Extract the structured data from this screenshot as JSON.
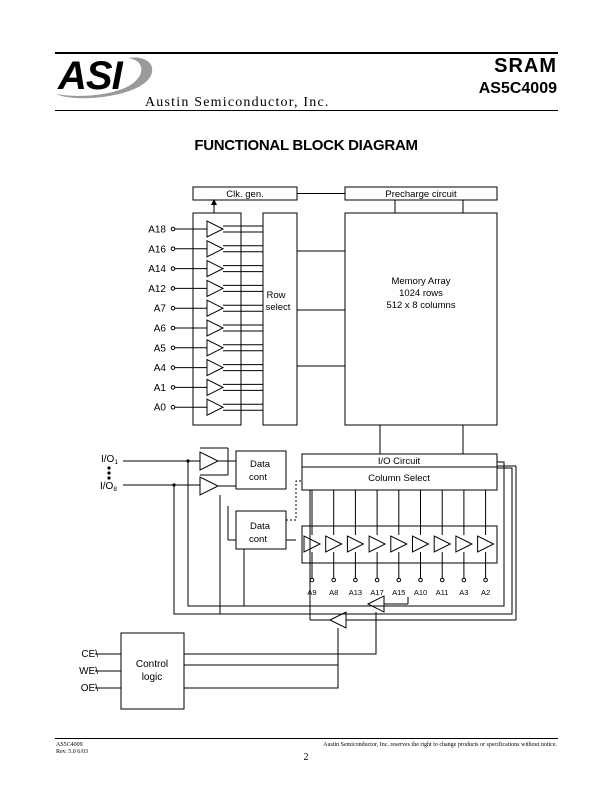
{
  "header": {
    "logo_text": "ASI",
    "company": "Austin Semiconductor, Inc.",
    "product_family": "SRAM",
    "part_number": "AS5C4009"
  },
  "title": "FUNCTIONAL BLOCK DIAGRAM",
  "diagram": {
    "clk_gen": "Clk. gen.",
    "precharge": "Precharge circuit",
    "row_select": [
      "Row",
      "select"
    ],
    "memory_array": [
      "Memory Array",
      "1024 rows",
      "512 x 8 columns"
    ],
    "row_address_pins": [
      "A18",
      "A16",
      "A14",
      "A12",
      "A7",
      "A6",
      "A5",
      "A4",
      "A1",
      "A0"
    ],
    "io_top": "I/O1",
    "io_bottom": "I/O8",
    "data_cont_top": [
      "Data",
      "cont"
    ],
    "data_cont_bottom": [
      "Data",
      "cont"
    ],
    "io_circuit": "I/O Circuit",
    "column_select": "Column Select",
    "column_address_pins": [
      "A9",
      "A8",
      "A13",
      "A17",
      "A15",
      "A10",
      "A11",
      "A3",
      "A2"
    ],
    "control_logic": [
      "Control",
      "logic"
    ],
    "control_inputs": [
      "CE\\",
      "WE\\",
      "OE\\"
    ]
  },
  "footer": {
    "left_line1": "AS5C4009",
    "left_line2": "Rev. 5.0  6/03",
    "right": "Austin Semiconductor, Inc. reserves the right to change products or specifications without notice.",
    "page_number": "2"
  }
}
